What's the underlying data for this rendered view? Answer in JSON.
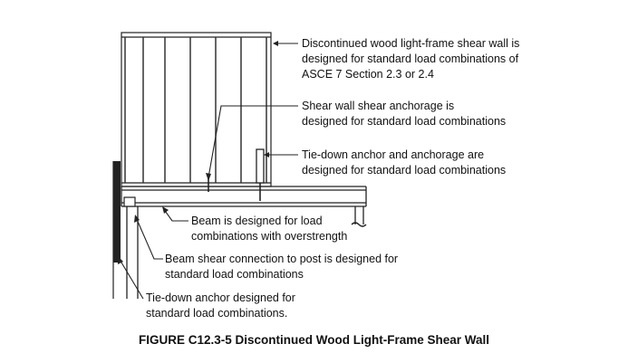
{
  "caption": "FIGURE C12.3-5  Discontinued Wood Light-Frame Shear Wall",
  "callouts": {
    "discontinued_wall": [
      "Discontinued wood light-frame shear wall is",
      "designed for standard load combinations of",
      "ASCE 7 Section 2.3 or 2.4"
    ],
    "shear_anchorage": [
      "Shear wall shear anchorage is",
      "designed for standard load combinations"
    ],
    "tie_down_anchorage": [
      "Tie-down anchor and anchorage are",
      "designed for standard load combinations"
    ],
    "beam": [
      "Beam is designed for load",
      "combinations with overstrength"
    ],
    "beam_shear_connection": [
      "Beam shear connection to post is designed for",
      "standard load combinations"
    ],
    "tie_down_anchor": [
      "Tie-down anchor designed for",
      "standard load combinations."
    ]
  }
}
